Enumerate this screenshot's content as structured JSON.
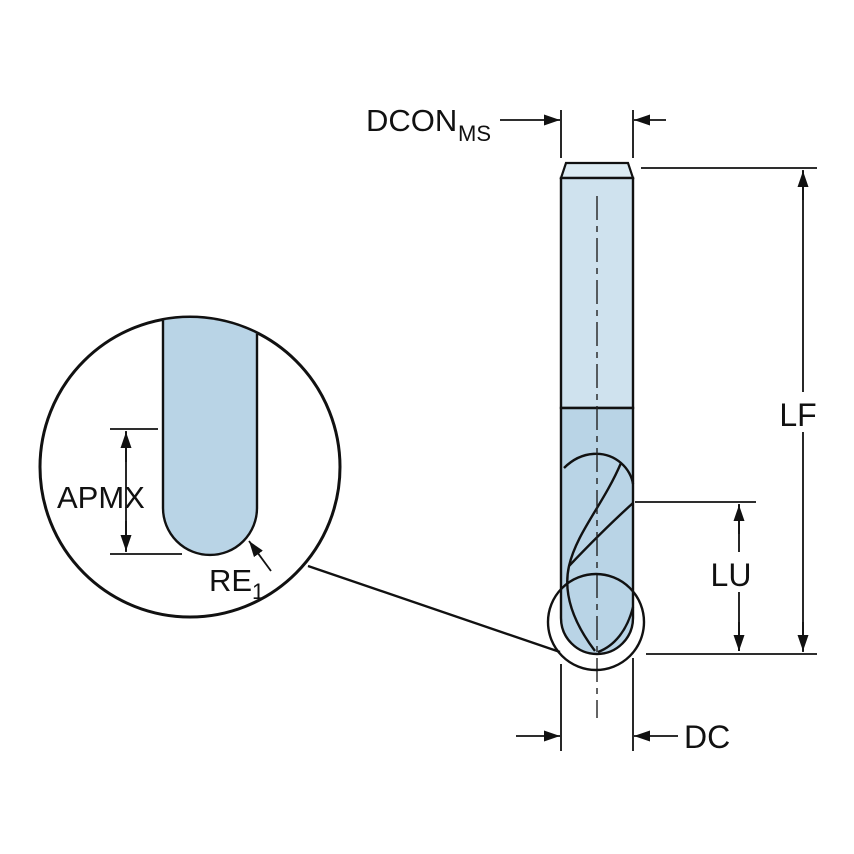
{
  "figure": {
    "kind": "tool-dimension-drawing",
    "subject": "ball-nose-end-mill",
    "labels": {
      "dcon_main": "DCON",
      "dcon_sub": "MS",
      "lf": "LF",
      "lu": "LU",
      "dc": "DC",
      "apmx": "APMX",
      "re_main": "RE",
      "re_sub": "1"
    },
    "colors": {
      "outline": "#111111",
      "background": "#ffffff",
      "tool_top_fill": "#dcebf3",
      "tool_shank_fill": "#cfe2ee",
      "tool_flute_fill": "#b9d4e6",
      "detail_fill": "#b9d4e6"
    }
  }
}
